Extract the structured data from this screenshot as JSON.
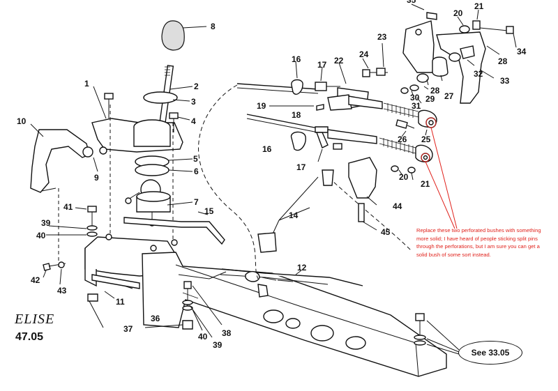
{
  "parts": {
    "p1": "1",
    "p2": "2",
    "p3": "3",
    "p4": "4",
    "p5": "5",
    "p6": "6",
    "p7": "7",
    "p8": "8",
    "p9": "9",
    "p10": "10",
    "p11": "11",
    "p12": "12",
    "p14": "14",
    "p15": "15",
    "p16a": "16",
    "p16b": "16",
    "p17a": "17",
    "p17b": "17",
    "p18": "18",
    "p19": "19",
    "p20a": "20",
    "p20b": "20",
    "p21a": "21",
    "p21b": "21",
    "p22": "22",
    "p23": "23",
    "p24": "24",
    "p25": "25",
    "p26": "26",
    "p27": "27",
    "p28a": "28",
    "p28b": "28",
    "p29": "29",
    "p30": "30",
    "p31": "31",
    "p32": "32",
    "p33": "33",
    "p34": "34",
    "p35": "35",
    "p36": "36",
    "p37": "37",
    "p38": "38",
    "p39a": "39",
    "p39b": "39",
    "p40a": "40",
    "p40b": "40",
    "p41": "41",
    "p42": "42",
    "p43": "43",
    "p44": "44",
    "p45": "45"
  },
  "annotation": {
    "text": "Replace these two perforated bushes with something more solid; I have heard of people sticking split pins through the perforations, but I am sure you can get a solid bush of some sort instead.",
    "color": "#e0211b"
  },
  "brand": "ELISE",
  "page_ref": "47.05",
  "see_ref": "See 33.05"
}
